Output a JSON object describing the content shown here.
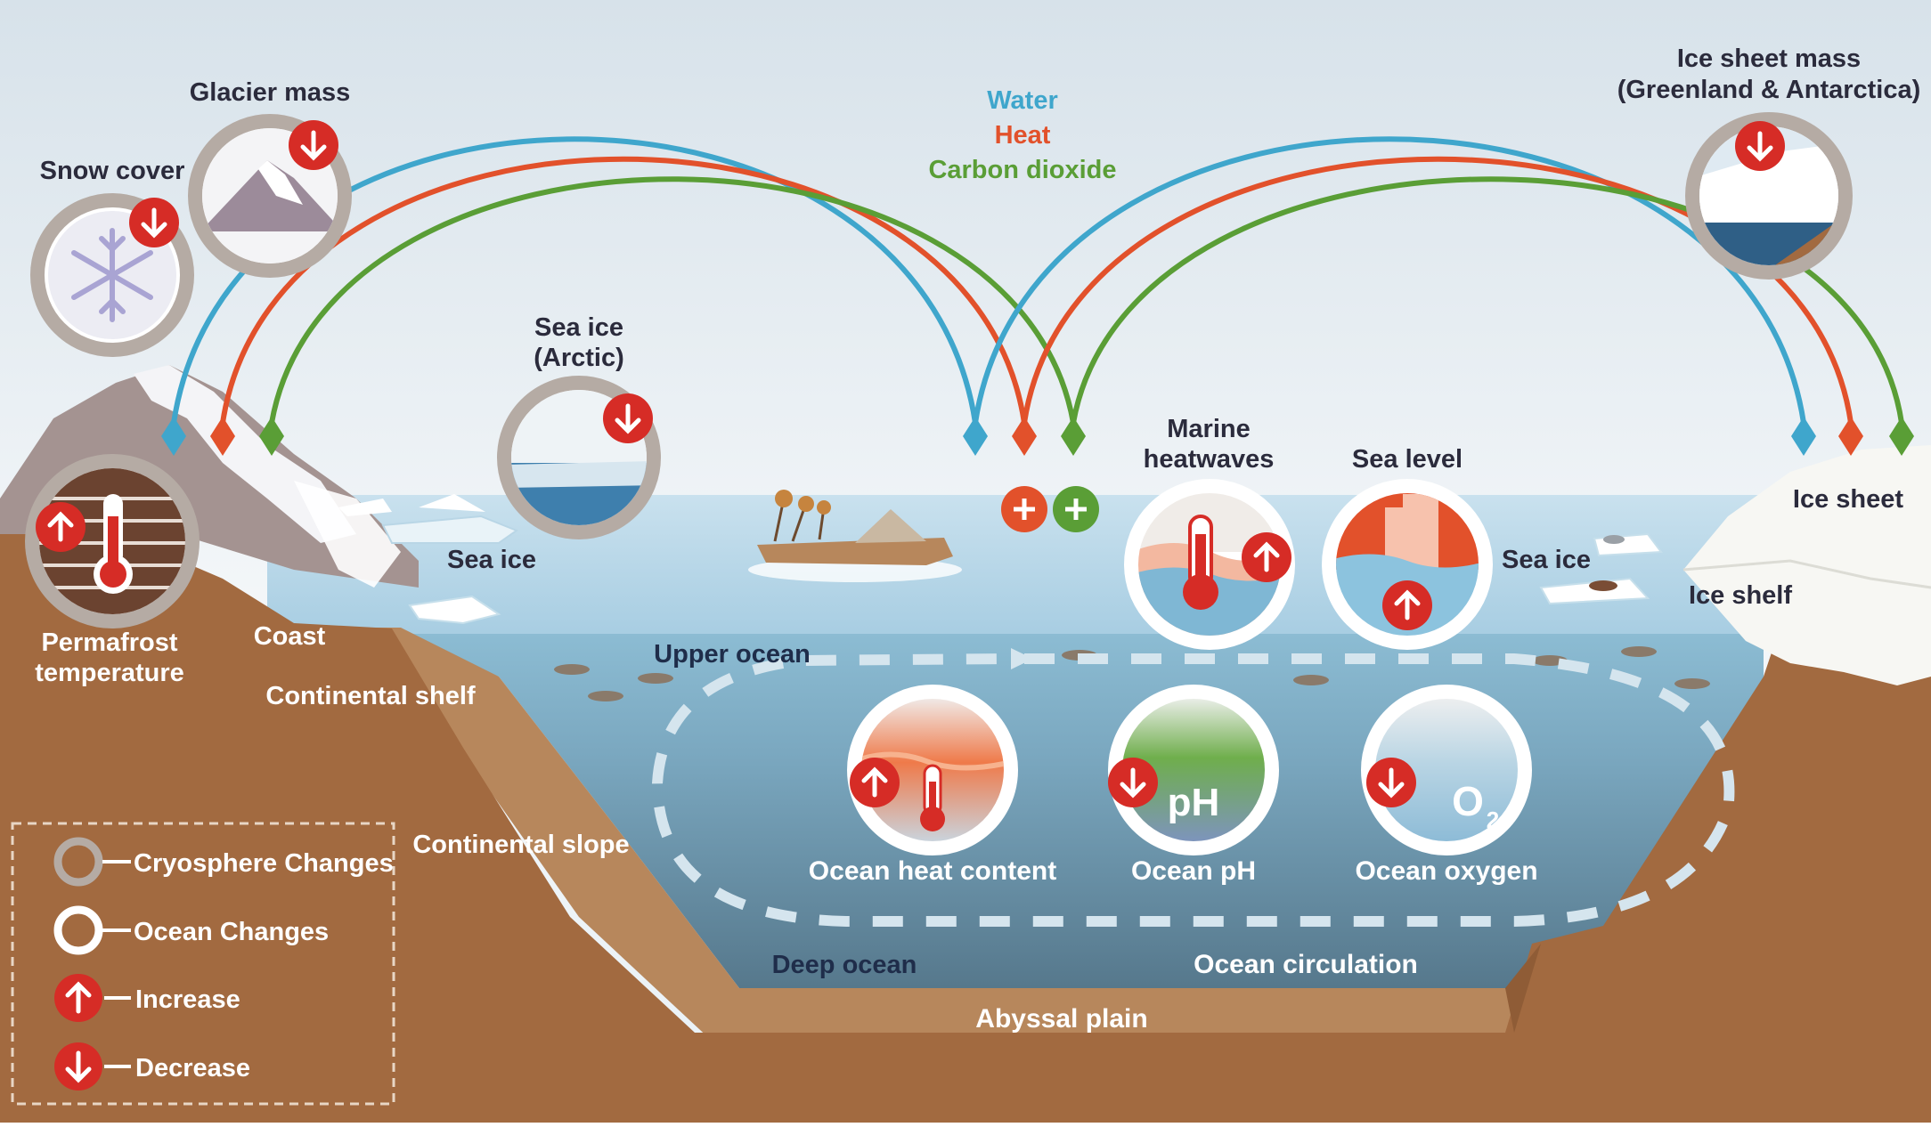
{
  "colors": {
    "water": "#3fa6cc",
    "heat": "#e2512b",
    "carbon": "#5a9e36",
    "badge": "#d62c26",
    "cryo_ring": "#b5aba4",
    "ocean_ring": "#ffffff",
    "land": "#a26a40",
    "land_light": "#b7875c",
    "ocean_deep": "#5d7f93",
    "ocean_upper": "#a9d2e6"
  },
  "flux_legend": {
    "water": "Water",
    "heat": "Heat",
    "carbon": "Carbon dioxide"
  },
  "labels": {
    "snow_cover": "Snow cover",
    "glacier_mass": "Glacier mass",
    "sea_ice_arctic_1": "Sea ice",
    "sea_ice_arctic_2": "(Arctic)",
    "ice_sheet_mass_1": "Ice sheet mass",
    "ice_sheet_mass_2": "(Greenland & Antarctica)",
    "marine_heatwaves_1": "Marine",
    "marine_heatwaves_2": "heatwaves",
    "sea_level": "Sea level",
    "permafrost_1": "Permafrost",
    "permafrost_2": "temperature",
    "coast": "Coast",
    "sea_ice_left": "Sea ice",
    "sea_ice_right": "Sea ice",
    "ice_sheet": "Ice sheet",
    "ice_shelf": "Ice shelf",
    "upper_ocean": "Upper ocean",
    "continental_shelf": "Continental shelf",
    "continental_slope": "Continental slope",
    "ocean_heat_content": "Ocean heat content",
    "ocean_ph": "Ocean pH",
    "ocean_oxygen": "Ocean oxygen",
    "deep_ocean": "Deep ocean",
    "ocean_circulation": "Ocean circulation",
    "abyssal_plain": "Abyssal plain"
  },
  "icon_text": {
    "ph": "pH",
    "o2": "O",
    "o2_sub": "2"
  },
  "legend": {
    "cryosphere": "Cryosphere Changes",
    "ocean": "Ocean Changes",
    "increase": "Increase",
    "decrease": "Decrease"
  }
}
